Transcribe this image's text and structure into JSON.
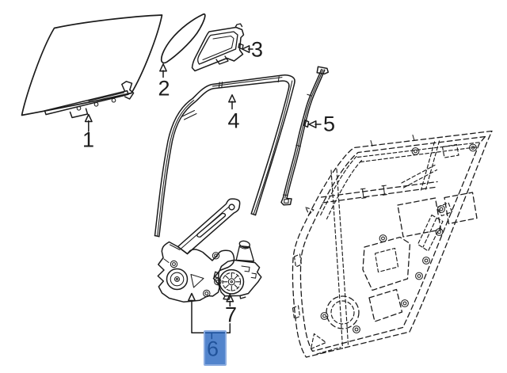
{
  "scene": {
    "background": "#ffffff",
    "line_color": "#1b1b1b",
    "drawing": "exploded parts diagram: rear door glass, run channels, window regulator, motor and door inner panel"
  },
  "callouts": [
    {
      "label": "1"
    },
    {
      "label": "2"
    },
    {
      "label": "3"
    },
    {
      "label": "4"
    },
    {
      "label": "5"
    },
    {
      "label": "6",
      "highlighted": true
    },
    {
      "label": "7"
    }
  ],
  "highlight": {
    "selected_callout": "6",
    "fill": "rgba(33,97,190,0.78)",
    "border": "rgba(150,180,228,0.85)",
    "text_color": "#1c1c1c"
  }
}
